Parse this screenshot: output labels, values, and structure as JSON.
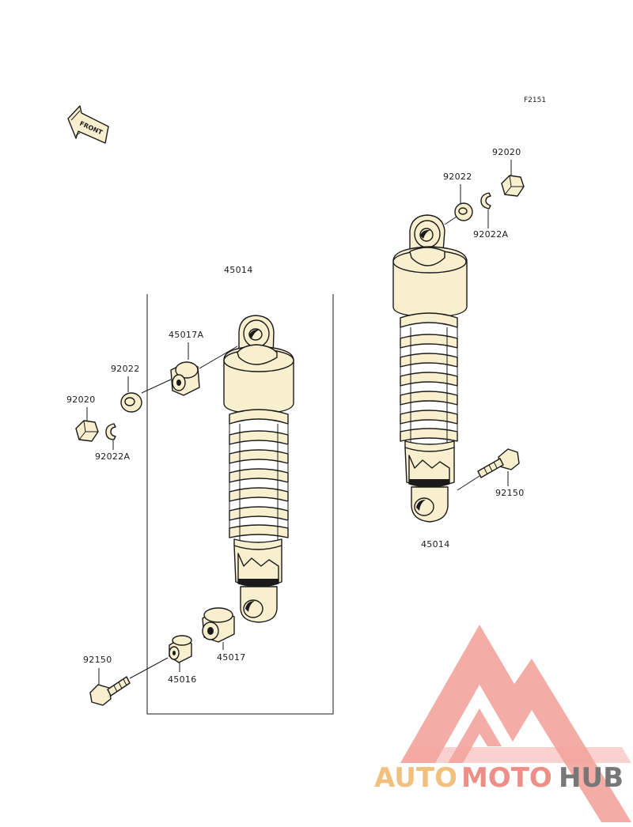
{
  "figure_code": "F2151",
  "front_label": "FRONT",
  "parts": {
    "left_group_label": "45014",
    "left_shock_top_bushing": "45017A",
    "left_washer": "92022",
    "left_nut": "92020",
    "left_clip": "92022A",
    "left_bolt": "92150",
    "left_collar": "45016",
    "left_bottom_bushing": "45017",
    "right_nut": "92020",
    "right_washer": "92022",
    "right_clip": "92022A",
    "right_bolt": "92150",
    "right_shock_label": "45014"
  },
  "watermark": {
    "part1": "AUTO",
    "part2": "MOTO",
    "part3": "HUB",
    "colors": {
      "orange": "#f2c07e",
      "red": "#ee8f87",
      "gray": "#777777"
    }
  },
  "icons": [
    "front-arrow-icon",
    "automotohub-logo-icon"
  ]
}
